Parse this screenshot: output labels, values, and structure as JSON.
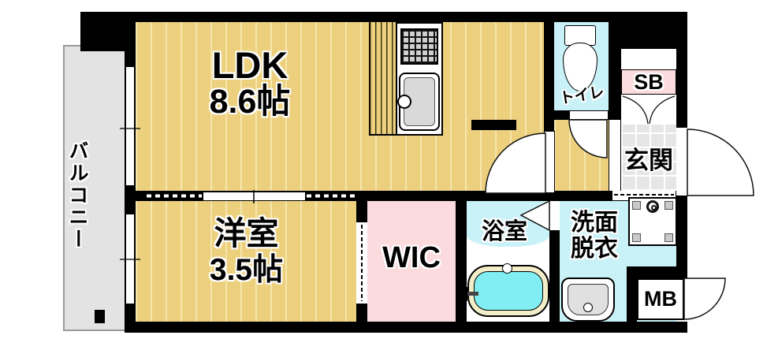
{
  "floorplan": {
    "labels": {
      "balcony": "バルコニー",
      "ldk": "LDK",
      "ldk_size": "8.6帖",
      "western_room": "洋室",
      "western_room_size": "3.5帖",
      "wic": "WIC",
      "bathroom": "浴室",
      "washroom_line1": "洗面",
      "washroom_line2": "脱衣",
      "toilet": "トイレ",
      "shoe_box": "SB",
      "entrance": "玄関",
      "meter_box": "MB"
    },
    "colors": {
      "wall": "#000000",
      "wood_floor": "#ecd07e",
      "wood_floor_stripe": "#f6e6ad",
      "balcony_floor": "#e3e3e3",
      "wet_area_floor": "#c9f1f8",
      "closet_floor": "#fbdbde",
      "entrance_tile": "#e6e6e6",
      "bathtub_water": "#80eef2",
      "bathtub_rim": "#f3eec9"
    }
  }
}
